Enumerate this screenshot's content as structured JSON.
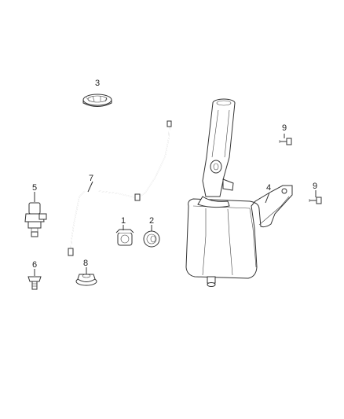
{
  "callouts": {
    "c1": "1",
    "c2": "2",
    "c3": "3",
    "c4": "4",
    "c5": "5",
    "c6": "6",
    "c7": "7",
    "c8": "8",
    "c9a": "9",
    "c9b": "9"
  },
  "parts": [
    {
      "callout": "1",
      "icon": "grommet-nut-icon"
    },
    {
      "callout": "2",
      "icon": "grommet-ring-icon"
    },
    {
      "callout": "3",
      "icon": "filler-cap-seal-icon"
    },
    {
      "callout": "4",
      "icon": "washer-reservoir-icon"
    },
    {
      "callout": "5",
      "icon": "washer-pump-icon"
    },
    {
      "callout": "6",
      "icon": "bolt-icon"
    },
    {
      "callout": "7",
      "icon": "washer-hose-icon"
    },
    {
      "callout": "8",
      "icon": "flange-nut-icon"
    },
    {
      "callout": "9",
      "icon": "screw-icon"
    }
  ]
}
